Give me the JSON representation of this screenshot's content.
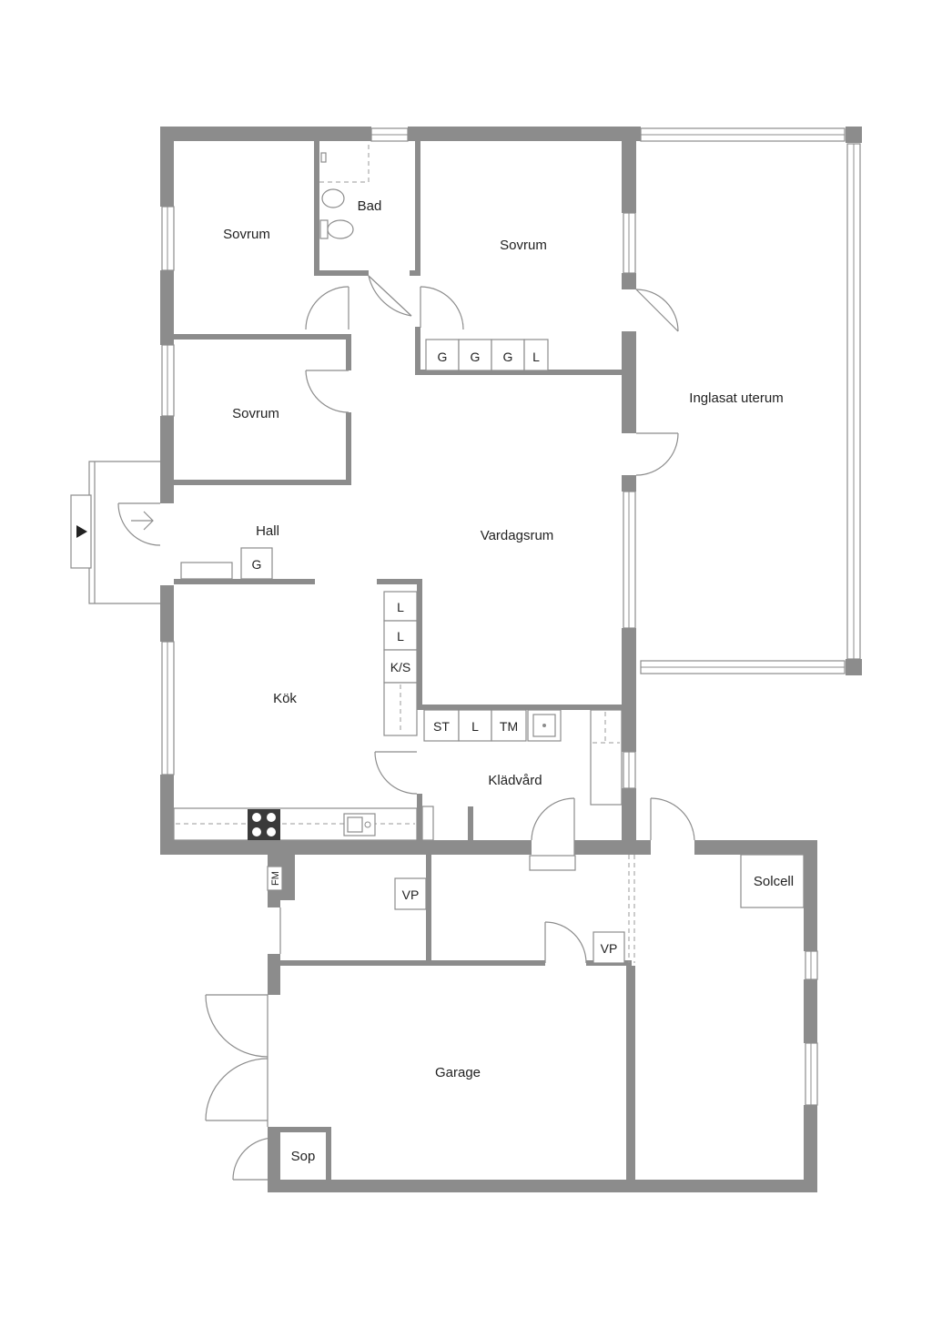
{
  "rooms": {
    "sovrum_top_left": "Sovrum",
    "bad": "Bad",
    "sovrum_top_mid": "Sovrum",
    "sovrum_mid_left": "Sovrum",
    "inglasat_uterum": "Inglasat uterum",
    "hall": "Hall",
    "vardagsrum": "Vardagsrum",
    "kok": "Kök",
    "kladvard": "Klädvård",
    "solcell": "Solcell",
    "garage": "Garage",
    "sop": "Sop"
  },
  "fixtures": {
    "wardrobe_top": [
      "G",
      "G",
      "G",
      "L"
    ],
    "hall_closet": "G",
    "kitchen_column": [
      "L",
      "L",
      "K/S"
    ],
    "laundry_row": [
      "ST",
      "L",
      "TM"
    ],
    "fm": "FM",
    "vp_left": "VP",
    "vp_right": "VP"
  },
  "colors": {
    "wall": "#8c8c8c",
    "background": "#ffffff"
  }
}
